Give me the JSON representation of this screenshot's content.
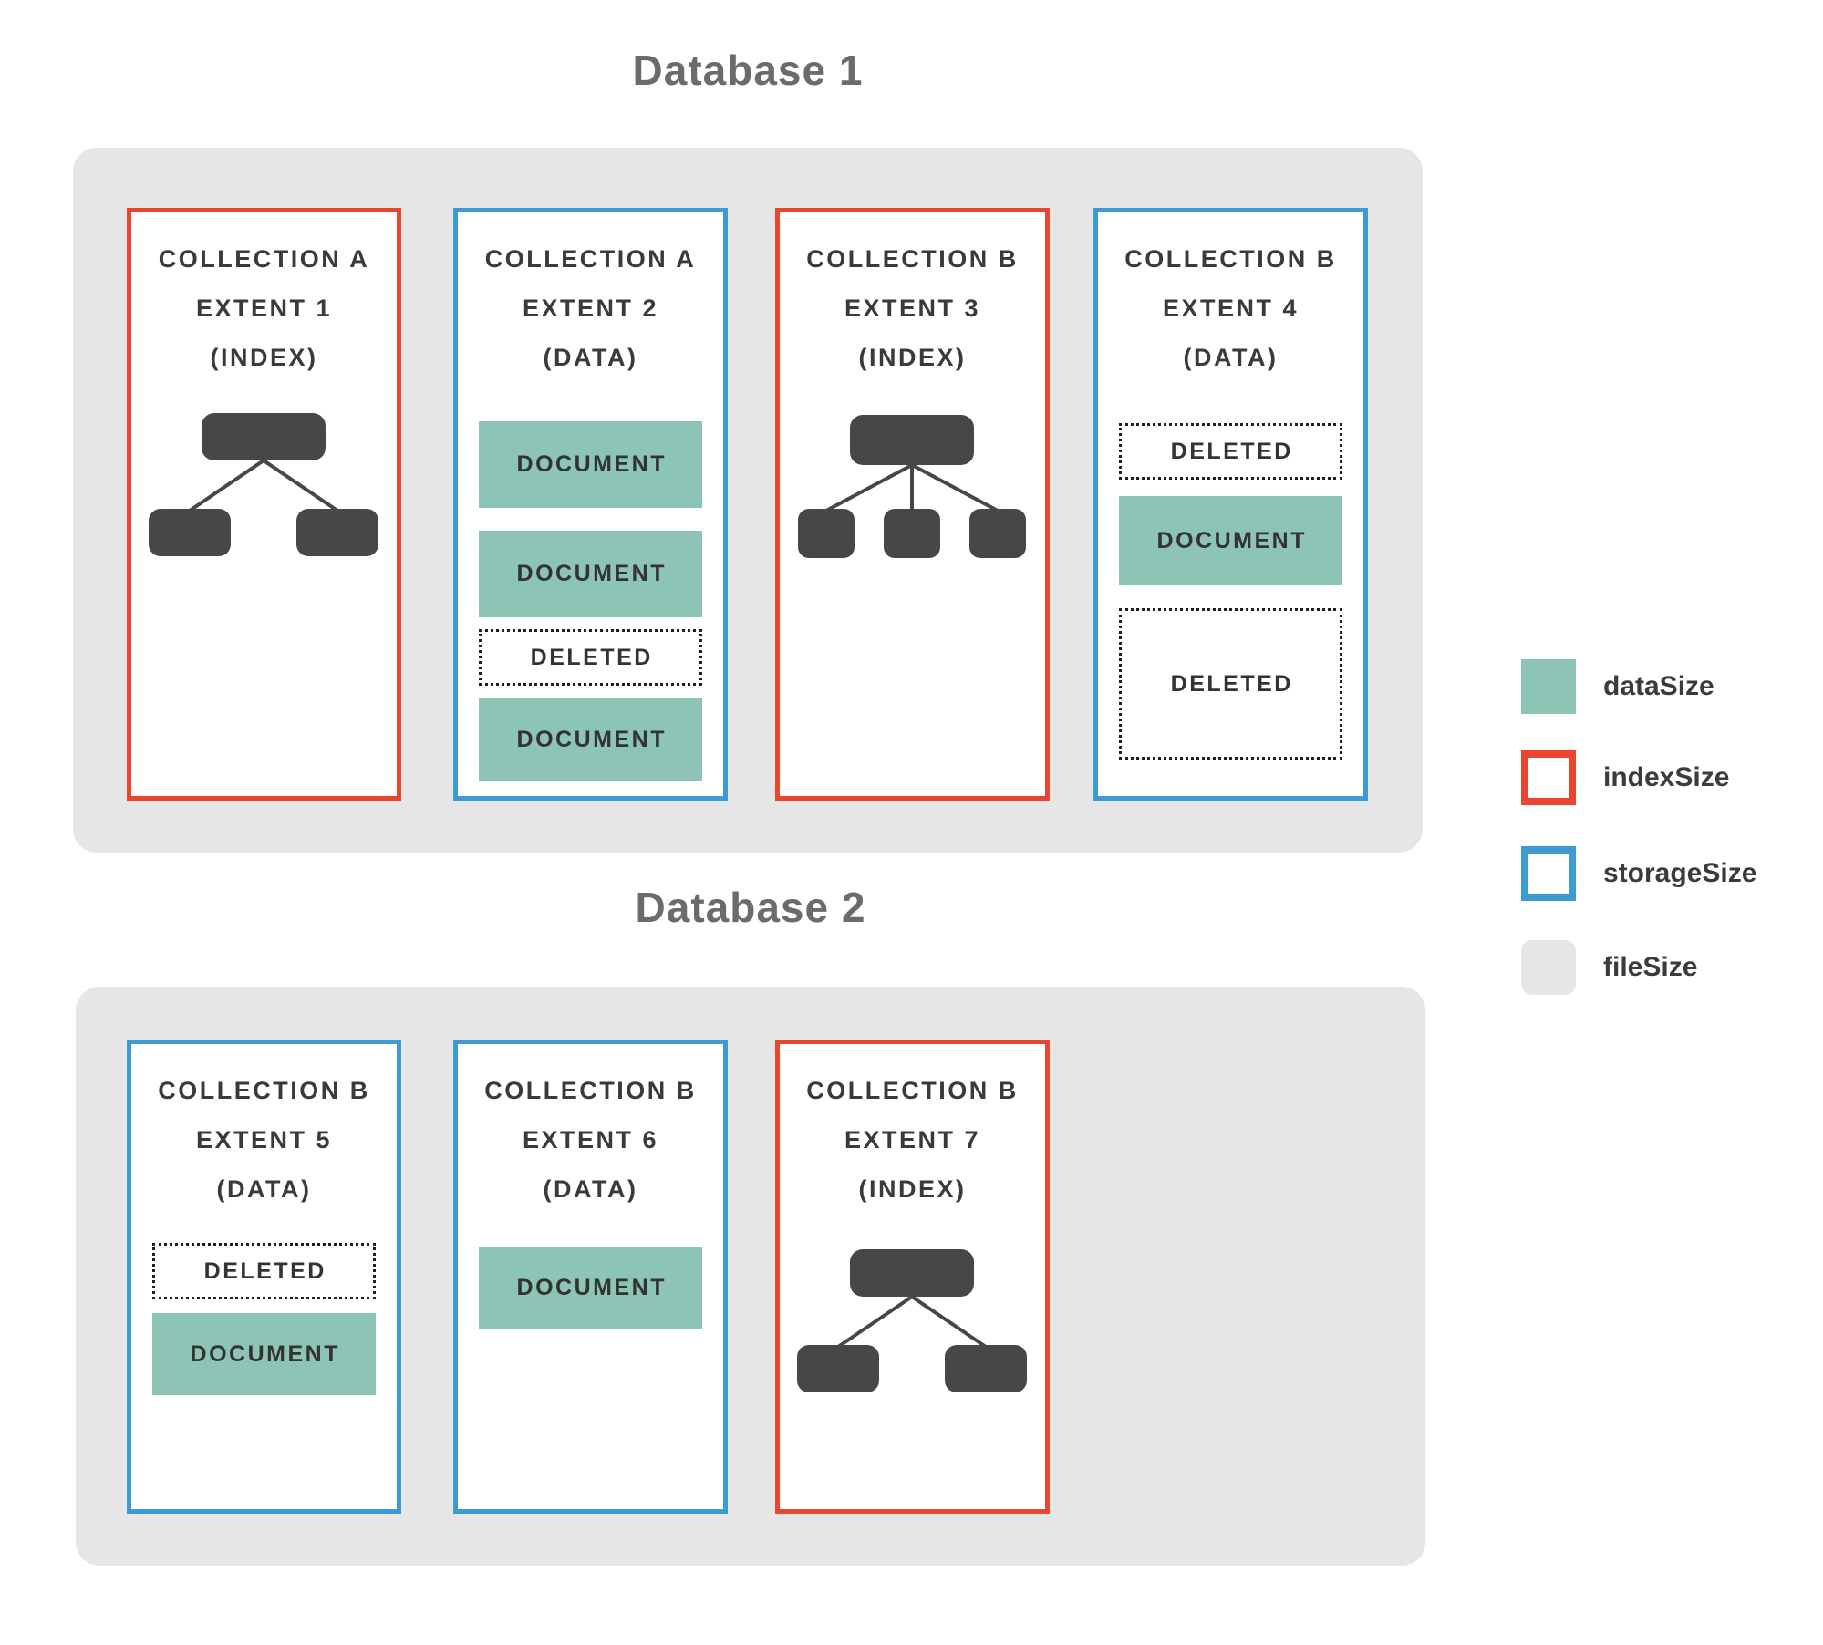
{
  "palette": {
    "dataSize": "#8cc4b6",
    "indexSize": "#e9452f",
    "storageSize": "#3d9ad3",
    "fileSize": "#e6e6e6",
    "treeIcon": "#474747"
  },
  "legend": {
    "items": [
      {
        "label": "dataSize",
        "swatch": "data"
      },
      {
        "label": "indexSize",
        "swatch": "index"
      },
      {
        "label": "storageSize",
        "swatch": "storage"
      },
      {
        "label": "fileSize",
        "swatch": "file"
      }
    ]
  },
  "databases": [
    {
      "title": "Database 1",
      "extents": [
        {
          "collection": "COLLECTION A",
          "extent": "EXTENT 1",
          "type": "(INDEX)",
          "border": "indexSize",
          "icon": "btree-index-icon",
          "blocks": []
        },
        {
          "collection": "COLLECTION A",
          "extent": "EXTENT 2",
          "type": "(DATA)",
          "border": "storageSize",
          "blocks": [
            {
              "label": "DOCUMENT"
            },
            {
              "label": "DOCUMENT"
            },
            {
              "label": "DELETED"
            },
            {
              "label": "DOCUMENT"
            }
          ]
        },
        {
          "collection": "COLLECTION B",
          "extent": "EXTENT 3",
          "type": "(INDEX)",
          "border": "indexSize",
          "icon": "btree-index-icon",
          "blocks": []
        },
        {
          "collection": "COLLECTION B",
          "extent": "EXTENT 4",
          "type": "(DATA)",
          "border": "storageSize",
          "blocks": [
            {
              "label": "DELETED"
            },
            {
              "label": "DOCUMENT"
            },
            {
              "label": "DELETED"
            }
          ]
        }
      ]
    },
    {
      "title": "Database 2",
      "extents": [
        {
          "collection": "COLLECTION B",
          "extent": "EXTENT 5",
          "type": "(DATA)",
          "border": "storageSize",
          "blocks": [
            {
              "label": "DELETED"
            },
            {
              "label": "DOCUMENT"
            }
          ]
        },
        {
          "collection": "COLLECTION B",
          "extent": "EXTENT 6",
          "type": "(DATA)",
          "border": "storageSize",
          "blocks": [
            {
              "label": "DOCUMENT"
            }
          ]
        },
        {
          "collection": "COLLECTION B",
          "extent": "EXTENT 7",
          "type": "(INDEX)",
          "border": "indexSize",
          "icon": "btree-index-icon",
          "blocks": []
        }
      ]
    }
  ]
}
